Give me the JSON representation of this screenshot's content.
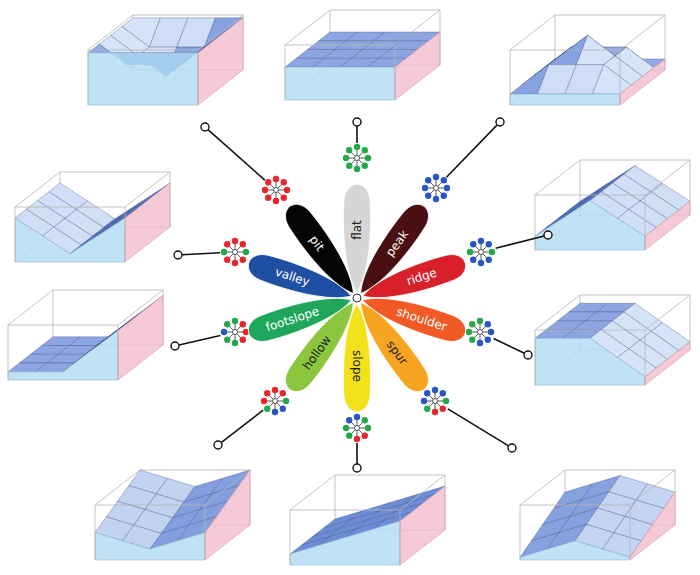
{
  "diagram": {
    "nodes": [
      {
        "text": [
          "flat"
        ]
      },
      {
        "text": [
          "peak"
        ]
      },
      {
        "text": [
          "ridge"
        ]
      },
      {
        "text": [
          "shoulder"
        ]
      },
      {
        "text": [
          "spur"
        ]
      },
      {
        "text": [
          "slope"
        ]
      },
      {
        "text": [
          "hollow"
        ]
      },
      {
        "text": [
          "footslope"
        ]
      },
      {
        "text": [
          "valley"
        ]
      },
      {
        "text": [
          "pit"
        ]
      }
    ]
  }
}
